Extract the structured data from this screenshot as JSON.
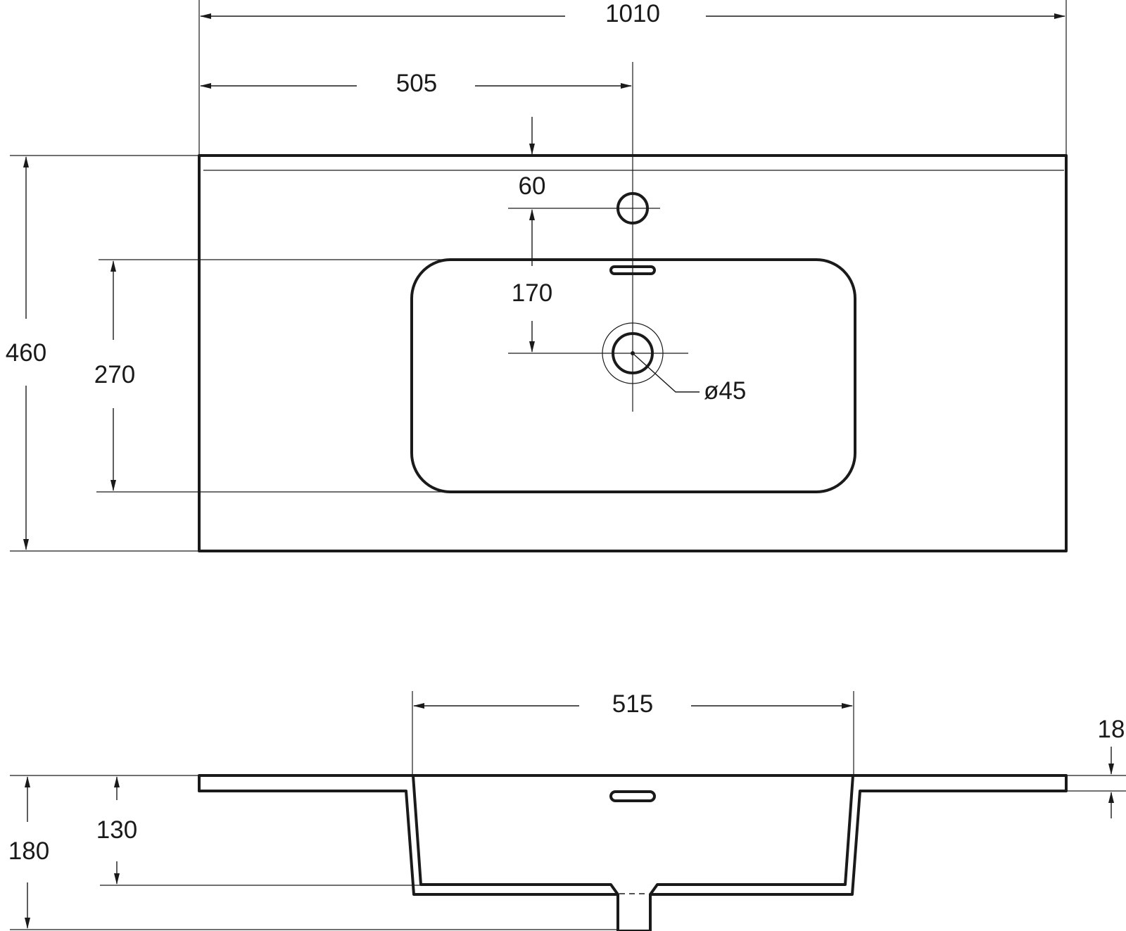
{
  "drawing": {
    "top_view": {
      "overall_width": "1010",
      "center_offset": "505",
      "overall_depth": "460",
      "basin_depth": "270",
      "tap_hole_offset": "60",
      "tap_to_drain": "170",
      "drain_diameter": "ø45"
    },
    "side_view": {
      "basin_width": "515",
      "overall_height": "180",
      "basin_height": "130",
      "slab_thickness": "18"
    }
  }
}
